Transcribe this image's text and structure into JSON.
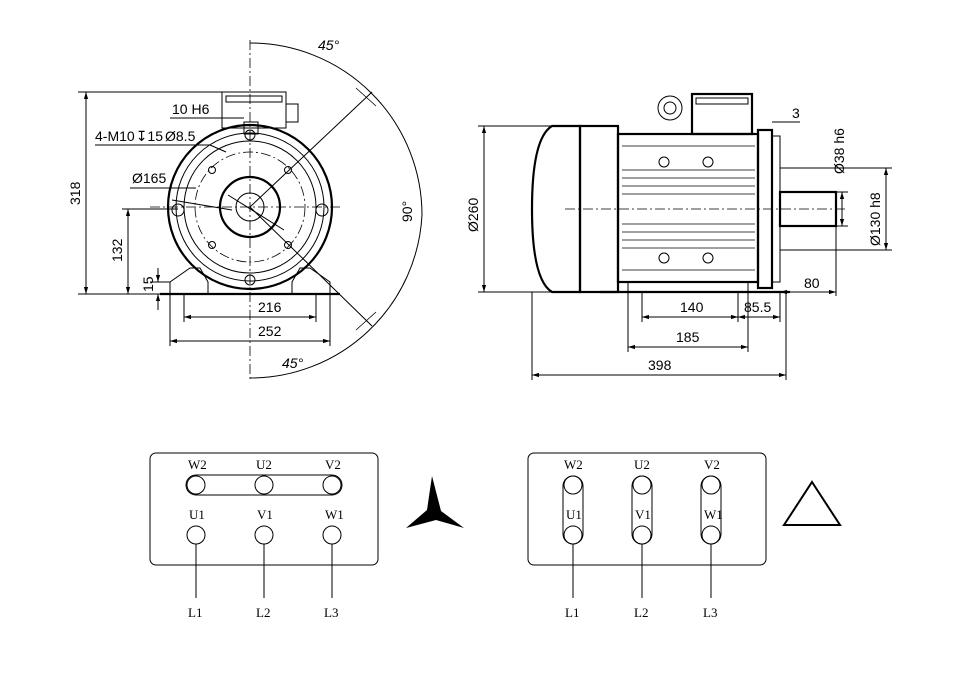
{
  "front_view": {
    "angle_top": "45°",
    "angle_bottom": "45°",
    "angle_side": "90°",
    "keyway": "10 H6",
    "holes": "4-M10",
    "holes_depth": "15",
    "holes_dia": "Ø8.5",
    "pcd": "Ø165",
    "height_total": "318",
    "shaft_height": "132",
    "foot_thickness": "15",
    "foot_spacing": "216",
    "foot_width": "252"
  },
  "side_view": {
    "body_dia": "Ø260",
    "flange_thickness": "3",
    "shaft_dia": "Ø38 h6",
    "spigot_dia": "Ø130 h8",
    "shaft_length": "80",
    "foot_holes": "140",
    "foot_to_flange": "85.5",
    "foot_length": "185",
    "overall_length": "398"
  },
  "star_connection": {
    "top": [
      "W2",
      "U2",
      "V2"
    ],
    "bottom": [
      "U1",
      "V1",
      "W1"
    ],
    "lines": [
      "L1",
      "L2",
      "L3"
    ],
    "symbol": "star-symbol"
  },
  "delta_connection": {
    "top": [
      "W2",
      "U2",
      "V2"
    ],
    "bottom": [
      "U1",
      "V1",
      "W1"
    ],
    "lines": [
      "L1",
      "L2",
      "L3"
    ],
    "symbol": "delta-symbol"
  }
}
